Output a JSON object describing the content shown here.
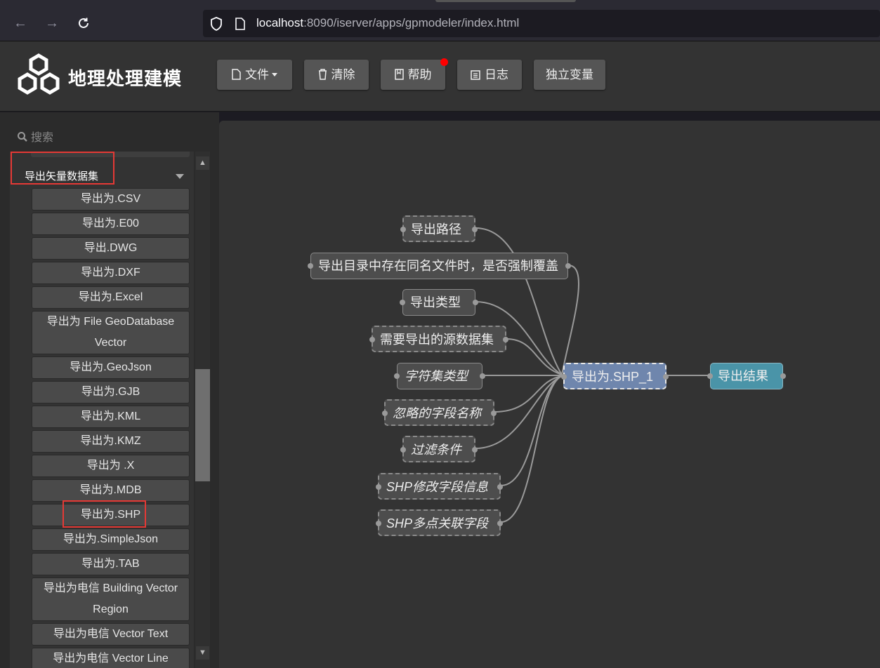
{
  "browser": {
    "url_host": "localhost",
    "url_rest": ":8090/iserver/apps/gpmodeler/index.html"
  },
  "header": {
    "title": "地理处理建模",
    "buttons": {
      "file": "文件",
      "clear": "清除",
      "help": "帮助",
      "log": "日志",
      "variables": "独立变量"
    },
    "help_has_notification": true
  },
  "sidebar": {
    "search_placeholder": "搜索",
    "group_label": "导出矢量数据集",
    "items": [
      "导出为.CSV",
      "导出为.E00",
      "导出.DWG",
      "导出为.DXF",
      "导出为.Excel",
      "导出为 File GeoDatabase Vector",
      "导出为.GeoJson",
      "导出为.GJB",
      "导出为.KML",
      "导出为.KMZ",
      "导出为 .X",
      "导出为.MDB",
      "导出为.SHP",
      "导出为.SimpleJson",
      "导出为.TAB",
      "导出为电信 Building Vector Region",
      "导出为电信 Vector Text",
      "导出为电信 Vector Line"
    ],
    "highlighted_item": "导出为.SHP"
  },
  "canvas": {
    "nodes": {
      "export_path": "导出路径",
      "overwrite": "导出目录中存在同名文件时，是否强制覆盖",
      "export_type": "导出类型",
      "source_dataset": "需要导出的源数据集",
      "charset": "字符集类型",
      "ignore_fields": "忽略的字段名称",
      "filter": "过滤条件",
      "shp_modify_fields": "SHP修改字段信息",
      "shp_multipoint_fields": "SHP多点关联字段",
      "shp_tool": "导出为.SHP_1",
      "result": "导出结果"
    }
  },
  "colors": {
    "tool_node": "#6f86ad",
    "result_node": "#4a94a8",
    "highlight_border": "#e53935",
    "notification_dot": "#ff0000"
  }
}
